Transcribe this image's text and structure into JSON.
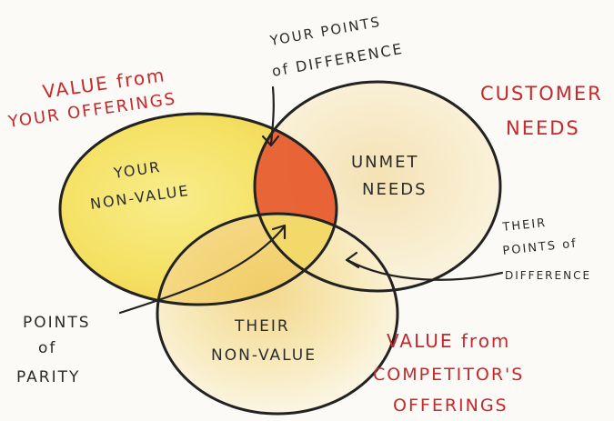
{
  "labels": {
    "value_offerings_1": "VALUE from",
    "value_offerings_2": "YOUR OFFERINGS",
    "your_points_1": "YOUR POINTS",
    "your_points_2": "of DIFFERENCE",
    "customer_needs_1": "CUSTOMER",
    "customer_needs_2": "NEEDS",
    "your_nonvalue_1": "YOUR",
    "your_nonvalue_2": "NON-VALUE",
    "unmet_needs_1": "UNMET",
    "unmet_needs_2": "NEEDS",
    "their_points_1": "THEIR",
    "their_points_2": "POINTS of",
    "their_points_3": "DIFFERENCE",
    "parity_1": "POINTS",
    "parity_2": "of",
    "parity_3": "PARITY",
    "their_nonvalue_1": "THEIR",
    "their_nonvalue_2": "NON-VALUE",
    "competitor_1": "VALUE from",
    "competitor_2": "COMPETITOR'S",
    "competitor_3": "OFFERINGS"
  },
  "colors": {
    "ink": "#2b2b2b",
    "accent_red": "#c6282b",
    "yellow_fill": "#f6e56a",
    "pale_fill": "#f9edc4",
    "orange_fill": "#e85c2c"
  }
}
